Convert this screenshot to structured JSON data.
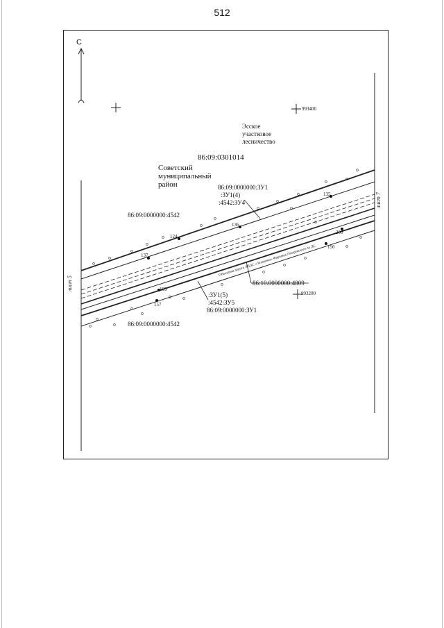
{
  "page": {
    "number": "512"
  },
  "map": {
    "north_letter": "С",
    "district_labels": {
      "forestry": [
        "Эсское",
        "участковое",
        "лесничество"
      ],
      "municipal": [
        "Советский",
        "муниципальный",
        "район"
      ],
      "quarter": "86:09:0301014"
    },
    "grid_labels": {
      "top": "993400",
      "bottom": "993200"
    },
    "parcels": {
      "left_upper": "86:09:0000000:4542",
      "left_lower": "86:09:0000000:4542",
      "upper_group": [
        "86:09:0000000:ЗУ1",
        ":ЗУ1(4)",
        ":4542:ЗУ4"
      ],
      "lower_group": [
        ":ЗУ1(5)",
        ":4542:ЗУ5",
        "86:09:0000000:ЗУ1"
      ],
      "right_center": "86:10.0000000:4809"
    },
    "points": [
      "137",
      "124",
      "136",
      "135",
      "199",
      "157",
      "156",
      "200"
    ],
    "sheets": {
      "left": "лист 5",
      "right": "лист 7"
    },
    "road_label": "Объездная дорога ЛПДС «Лазаревка» Фаршвад Лазаревского по ДС"
  }
}
